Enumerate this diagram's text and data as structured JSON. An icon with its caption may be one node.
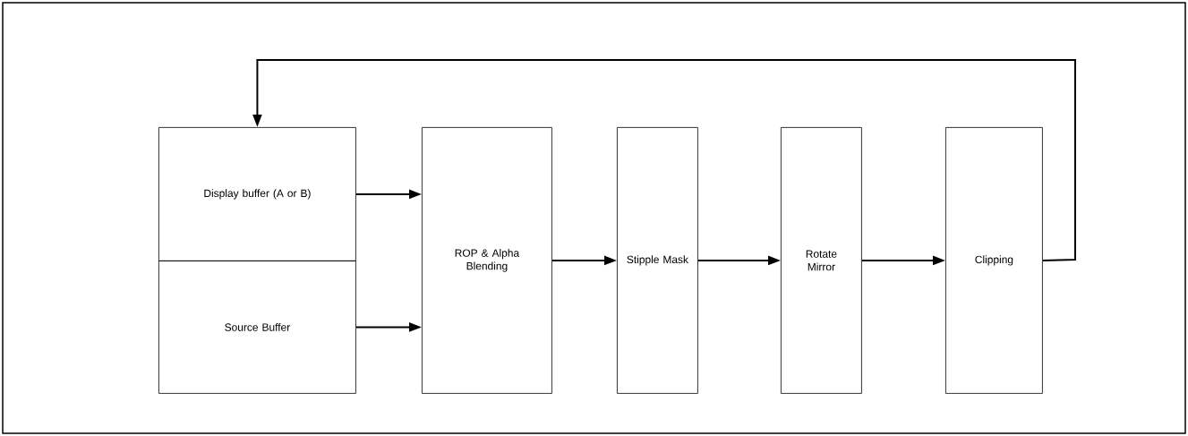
{
  "diagram": {
    "nodes": [
      {
        "text": [
          "Display buffer (A or B)"
        ]
      },
      {
        "text": [
          "Source Buffer"
        ]
      },
      {
        "text": [
          "ROP & Alpha Blending"
        ]
      },
      {
        "text": [
          "Stipple Mask"
        ]
      },
      {
        "text": [
          "Rotate Mirror"
        ]
      },
      {
        "text": [
          "Clipping"
        ]
      }
    ],
    "edges": [
      {
        "from": 0,
        "to": 2,
        "arrow": "to"
      },
      {
        "from": 1,
        "to": 2,
        "arrow": "to"
      },
      {
        "from": 2,
        "to": 3,
        "arrow": "to"
      },
      {
        "from": 3,
        "to": 4,
        "arrow": "to"
      },
      {
        "from": 4,
        "to": 5,
        "arrow": "to"
      },
      {
        "from": 5,
        "to": 0,
        "arrow": "to"
      }
    ]
  }
}
